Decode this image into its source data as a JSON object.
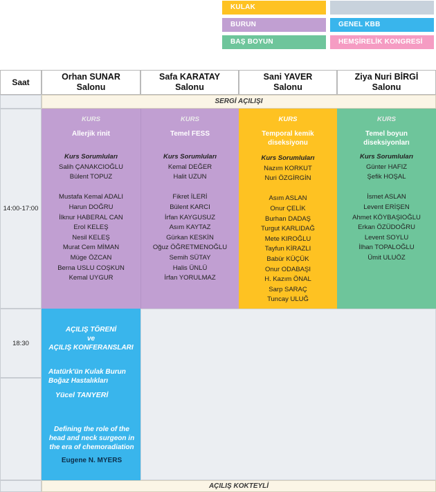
{
  "legend": [
    {
      "label": "KULAK",
      "color": "#fec222"
    },
    {
      "label": "",
      "color": "#c8d2dc"
    },
    {
      "label": "BURUN",
      "color": "#c19fd2"
    },
    {
      "label": "GENEL KBB",
      "color": "#39b5ec"
    },
    {
      "label": "BAŞ BOYUN",
      "color": "#6ec59b"
    },
    {
      "label": "HEMŞİRELİK KONGRESİ",
      "color": "#f59cc3"
    }
  ],
  "header": {
    "saat": "Saat",
    "halls": [
      {
        "line1": "Orhan SUNAR",
        "line2": "Salonu"
      },
      {
        "line1": "Safa KARATAY",
        "line2": "Salonu"
      },
      {
        "line1": "Sani YAVER",
        "line2": "Salonu"
      },
      {
        "line1": "Ziya Nuri BİRGİ",
        "line2": "Salonu"
      }
    ]
  },
  "sergi": "SERGİ AÇILIŞI",
  "kokteyl": "AÇILIŞ KOKTEYLİ",
  "times": {
    "slot1": "14:00-17:00",
    "slot2": "18:30"
  },
  "courses": [
    {
      "kurs": "KURS",
      "title": "Allerjik rinit",
      "resp_header": "Kurs Sorumluları",
      "responsibles": [
        "Salih ÇANAKCIOĞLU",
        "Bülent TOPUZ"
      ],
      "faculty": [
        "Mustafa Kemal ADALI",
        "Harun DOĞRU",
        "İlknur HABERAL CAN",
        "Erol KELEŞ",
        "Nesil KELEŞ",
        "Murat Cem MİMAN",
        "Müge ÖZCAN",
        "Berna USLU COŞKUN",
        "Kemal UYGUR"
      ]
    },
    {
      "kurs": "KURS",
      "title": "Temel FESS",
      "resp_header": "Kurs Sorumluları",
      "responsibles": [
        "Kemal DEĞER",
        "Halit UZUN"
      ],
      "faculty": [
        "Fikret İLERİ",
        "Bülent KARCI",
        "İrfan KAYGUSUZ",
        "Asım KAYTAZ",
        "Gürkan KESKİN",
        "Oğuz ÖĞRETMENOĞLU",
        "Semih SÜTAY",
        "Halis ÜNLÜ",
        "İrfan YORULMAZ"
      ]
    },
    {
      "kurs": "KURS",
      "title": "Temporal kemik diseksiyonu",
      "resp_header": "Kurs Sorumluları",
      "responsibles": [
        "Nazım KORKUT",
        "Nuri ÖZGİRGİN"
      ],
      "faculty": [
        "Asım ASLAN",
        "Onur ÇELİK",
        "Burhan DADAŞ",
        "Turgut KARLIDAĞ",
        "Mete KIROĞLU",
        "Tayfun KİRAZLI",
        "Babür KÜÇÜK",
        "Onur ODABAŞI",
        "H. Kazım ÖNAL",
        "Sarp SARAÇ",
        "Tuncay ULUĞ"
      ]
    },
    {
      "kurs": "KURS",
      "title": "Temel boyun diseksiyonları",
      "resp_header": "Kurs Sorumluları",
      "responsibles": [
        "Günter HAFIZ",
        "Şefik HOŞAL"
      ],
      "faculty": [
        "İsmet ASLAN",
        "Levent ERİŞEN",
        "Ahmet KÖYBAŞIOĞLU",
        "Erkan ÖZÜDOĞRU",
        "Levent SOYLU",
        "İlhan TOPALOĞLU",
        "Ümit ULUÖZ"
      ]
    }
  ],
  "opening": {
    "tören": "AÇILIŞ TÖRENİ",
    "ve": "ve",
    "konferans": "AÇILIŞ KONFERANSLARI",
    "talk1_line1": "Atatürk'ün Kulak Burun",
    "talk1_line2": "Boğaz Hastalıkları",
    "speaker1": "Yücel TANYERİ",
    "talk2_line1": "Defining the role of the",
    "talk2_line2": "head and neck surgeon in",
    "talk2_line3": "the era of chemoradiation",
    "speaker2": "Eugene N. MYERS"
  }
}
